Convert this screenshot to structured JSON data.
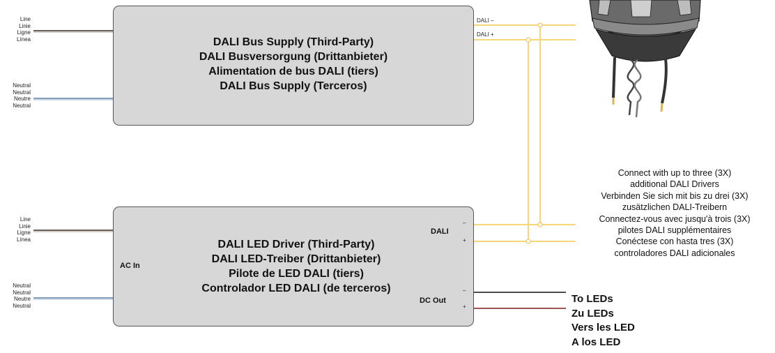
{
  "supply": {
    "title_lines": [
      "DALI Bus Supply (Third-Party)",
      "DALI Busversorgung (Drittanbieter)",
      "Alimentation de bus DALI (tiers)",
      "DALI Bus Supply (Terceros)"
    ],
    "line_labels": [
      "Line",
      "Linie",
      "Ligne",
      "Línea"
    ],
    "neutral_labels": [
      "Neutral",
      "Neutral",
      "Neutre",
      "Neutral"
    ],
    "dali_minus": "DALI –",
    "dali_plus": "DALI +"
  },
  "driver": {
    "title_lines": [
      "DALI LED Driver (Third-Party)",
      "DALI LED-Treiber (Drittanbieter)",
      "Pilote de LED DALI (tiers)",
      "Controlador LED DALI (de terceros)"
    ],
    "line_labels": [
      "Line",
      "Linie",
      "Ligne",
      "Línea"
    ],
    "neutral_labels": [
      "Neutral",
      "Neutral",
      "Neutre",
      "Neutral"
    ],
    "ac_in": "AC In",
    "dali": "DALI",
    "dc_out": "DC Out",
    "minus": "–",
    "plus": "+"
  },
  "note_lines": [
    "Connect with up to three (3X)",
    "additional DALI Drivers",
    "Verbinden Sie sich mit bis zu drei (3X)",
    "zusätzlichen DALI-Treibern",
    "Connectez-vous avec jusqu'à trois (3X)",
    "pilotes DALI supplémentaires",
    "Conéctese con hasta tres (3X)",
    "controladores DALI adicionales"
  ],
  "to_leds_lines": [
    "To LEDs",
    "Zu LEDs",
    "Vers les LED",
    "A los LED"
  ],
  "colors": {
    "box_fill": "#d7d7d7",
    "dali_wire": "#f7d67a",
    "line_wire": "#4a3a2c",
    "neutral_wire": "#6f8fb3",
    "dc_minus": "#111111",
    "dc_plus": "#7a1f1a"
  }
}
